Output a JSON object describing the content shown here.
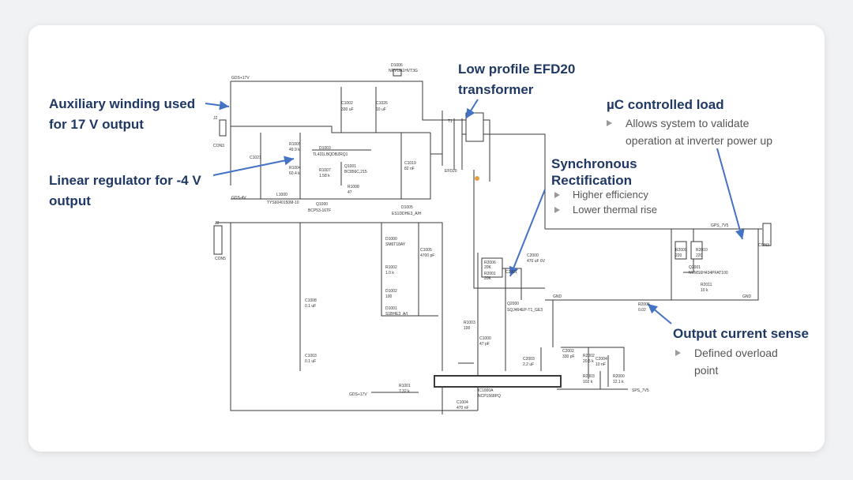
{
  "annotations": {
    "aux": [
      "Auxiliary winding used",
      "for 17 V output"
    ],
    "linreg": [
      "Linear regulator for -4 V",
      "output"
    ],
    "transformer": [
      "Low profile EFD20",
      "transformer"
    ],
    "uc_load": {
      "title": "µC controlled load",
      "bullet": [
        "Allows system to validate",
        "operation at inverter power up"
      ]
    },
    "sync": {
      "title": [
        "Synchronous",
        "Rectification"
      ],
      "bullets": [
        "Higher efficiency",
        "Lower thermal rise"
      ]
    },
    "current_sense": {
      "title": "Output current sense",
      "bullet": [
        "Defined overload",
        "point"
      ]
    }
  },
  "schematic_labels": {
    "j2": "J2",
    "con3": "CON3",
    "gds": "GDS+17V",
    "d1006": "D1006",
    "d1006_part": "NRVUA1HVT3G",
    "c1002": "C1002",
    "c1002_val": "330 uF",
    "c1026": "C1026",
    "c1026_val": "10 uF",
    "t1": "T1",
    "efd20": "EFD20",
    "r1005": "R1005",
    "r1005_val": "49.9 k",
    "r1004": "R1004",
    "r1004_val": "60.4 k",
    "d1003": "D1003",
    "d1003_part": "TL431LBQDBZRQ1",
    "q1001": "Q1001",
    "q1001_part": "BC856C,215",
    "r1007": "R1007",
    "r1007_val": "1.58 k",
    "r1008": "R1008",
    "r1008_val": "47",
    "c1019": "C1019",
    "c1019_val": "82 nF",
    "c1021": "C1021",
    "gds4v": "GDS-4V",
    "l1000": "L1000",
    "l1000_part": "TYS6040150M-10",
    "q1000": "Q1000",
    "q1000_part": "BCP53-16TF",
    "d1005": "D1005",
    "d1005_part": "ES1DDHE3_A/H",
    "j3": "J3",
    "con5": "CON5",
    "d1000": "D1000",
    "d1000_part": "SM6T18AY",
    "c1005": "C1005",
    "c1005_val": "4700 pF",
    "r1002": "R1002",
    "r1002_val": "1.0 k",
    "d1002": "D1002",
    "d1002_val": "100",
    "d1001": "D1001",
    "d1001_part": "S1BHE3_A/I",
    "c1008": "C1008",
    "c1008_val": "0.1 uF",
    "c1003": "C1003",
    "c1003_val": "0.1 uF",
    "r1003": "R1003",
    "r1003_val": "100",
    "c1000": "C1000",
    "c1000_val": "47 pF",
    "r2006": "R2006",
    "r2006_val": "20K",
    "r2001": "R2001",
    "r2001_val": "20K",
    "c2001": "C2001",
    "c2000": "C2000",
    "c2000_val": "470 uF 6V",
    "q2000": "Q2000",
    "q2000_part": "SQJ464EP-T1_GE3",
    "gnd": "GND",
    "r2005": "R2005",
    "r2005_val": "0.02",
    "r2009": "R2009",
    "r2009_val": "220",
    "r2010": "R2010",
    "r2010_val": "220",
    "q2001": "Q2001",
    "q2001_part": "NVMS6H434PFAT100",
    "r2011": "R2011",
    "r2011_val": "10 k",
    "gps7v5": "GPS_7V5",
    "con3b": "CON3",
    "r1001": "R1001",
    "r1001_val": "7.32 k",
    "gds17v": "GDS+17V",
    "ic1000": "IC1000A",
    "ic1000_part": "NCP1568PQ",
    "c1004": "C1004",
    "c1004_val": "470 nF",
    "c2003": "C2003",
    "c2003_val": "2.2 uF",
    "c2002": "C2002",
    "c2002_val": "330 pF",
    "r2002": "R2002",
    "r2002_val": "20.5 k",
    "c2004": "C2004",
    "c2004_val": "10 nF",
    "r2003": "R2003",
    "r2003_val": "102 k",
    "r2000": "R2000",
    "r2000_val": "12.1 k",
    "sps7v5": "SPS_7V5"
  },
  "colors": {
    "accent": "#4472c4",
    "label": "#1f3864",
    "bullet": "#9a9a9a",
    "wire": "#3a3a3a"
  }
}
